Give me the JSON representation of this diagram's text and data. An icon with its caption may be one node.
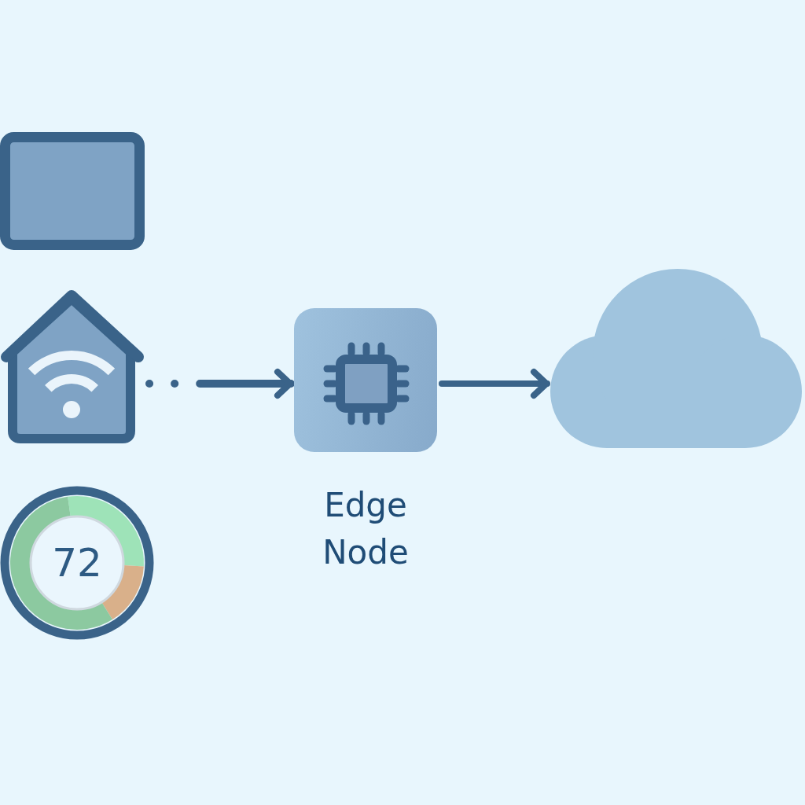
{
  "diagram": {
    "nodes": [
      {
        "text": [],
        "shape": "box"
      },
      {
        "text": [],
        "shape": "picture"
      },
      {
        "text": [
          "72"
        ]
      },
      {
        "text": [
          "Edge Node"
        ]
      },
      {
        "text": [],
        "shape": "cloud"
      }
    ],
    "edges": [
      {
        "from": 1,
        "to": 3,
        "arrow": "to",
        "style": "dashed"
      },
      {
        "from": 3,
        "to": 4,
        "arrow": "to"
      }
    ]
  }
}
